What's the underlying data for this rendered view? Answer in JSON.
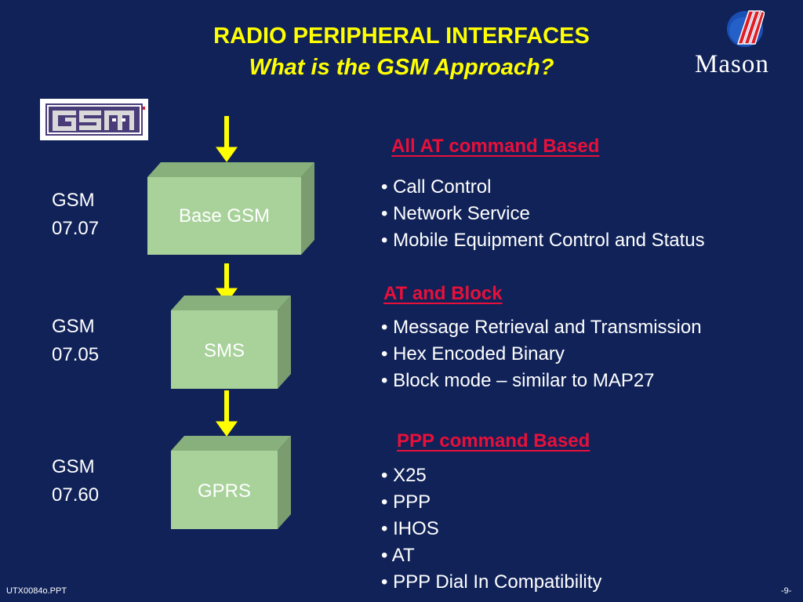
{
  "title": {
    "line1": "RADIO PERIPHERAL INTERFACES",
    "line2": "What is the GSM Approach?"
  },
  "logos": {
    "gsm_logo_text": "GSM",
    "company_name": "Mason",
    "brand_colors": {
      "logo_red": "#e01e24",
      "logo_blue": "#1a4fb5",
      "logo_gray": "#6b6b72"
    }
  },
  "layers": [
    {
      "standard_line1": "GSM",
      "standard_line2": "07.07",
      "box_label": "Base GSM",
      "heading": "All AT command Based",
      "bullets": [
        "• Call Control",
        "• Network Service",
        "• Mobile Equipment Control and Status"
      ]
    },
    {
      "standard_line1": "GSM",
      "standard_line2": "07.05",
      "box_label": "SMS",
      "heading": "AT and Block",
      "bullets": [
        "• Message Retrieval and Transmission",
        "• Hex Encoded Binary",
        "• Block mode – similar to MAP27"
      ]
    },
    {
      "standard_line1": "GSM",
      "standard_line2": "07.60",
      "box_label": "GPRS",
      "heading": "PPP command Based",
      "bullets": [
        "• X25",
        "• PPP",
        "• IHOS",
        "• AT",
        "• PPP Dial In Compatibility"
      ]
    }
  ],
  "footer": {
    "left": "UTX0084o.PPT",
    "right": "-9-"
  },
  "colors": {
    "background": "#102258",
    "title": "#ffff00",
    "heading": "#e8103a",
    "arrow": "#ffff00",
    "box_front": "#a9d29b",
    "box_top": "#88b07c",
    "box_side": "#7a9c6f",
    "text": "#ffffff"
  }
}
